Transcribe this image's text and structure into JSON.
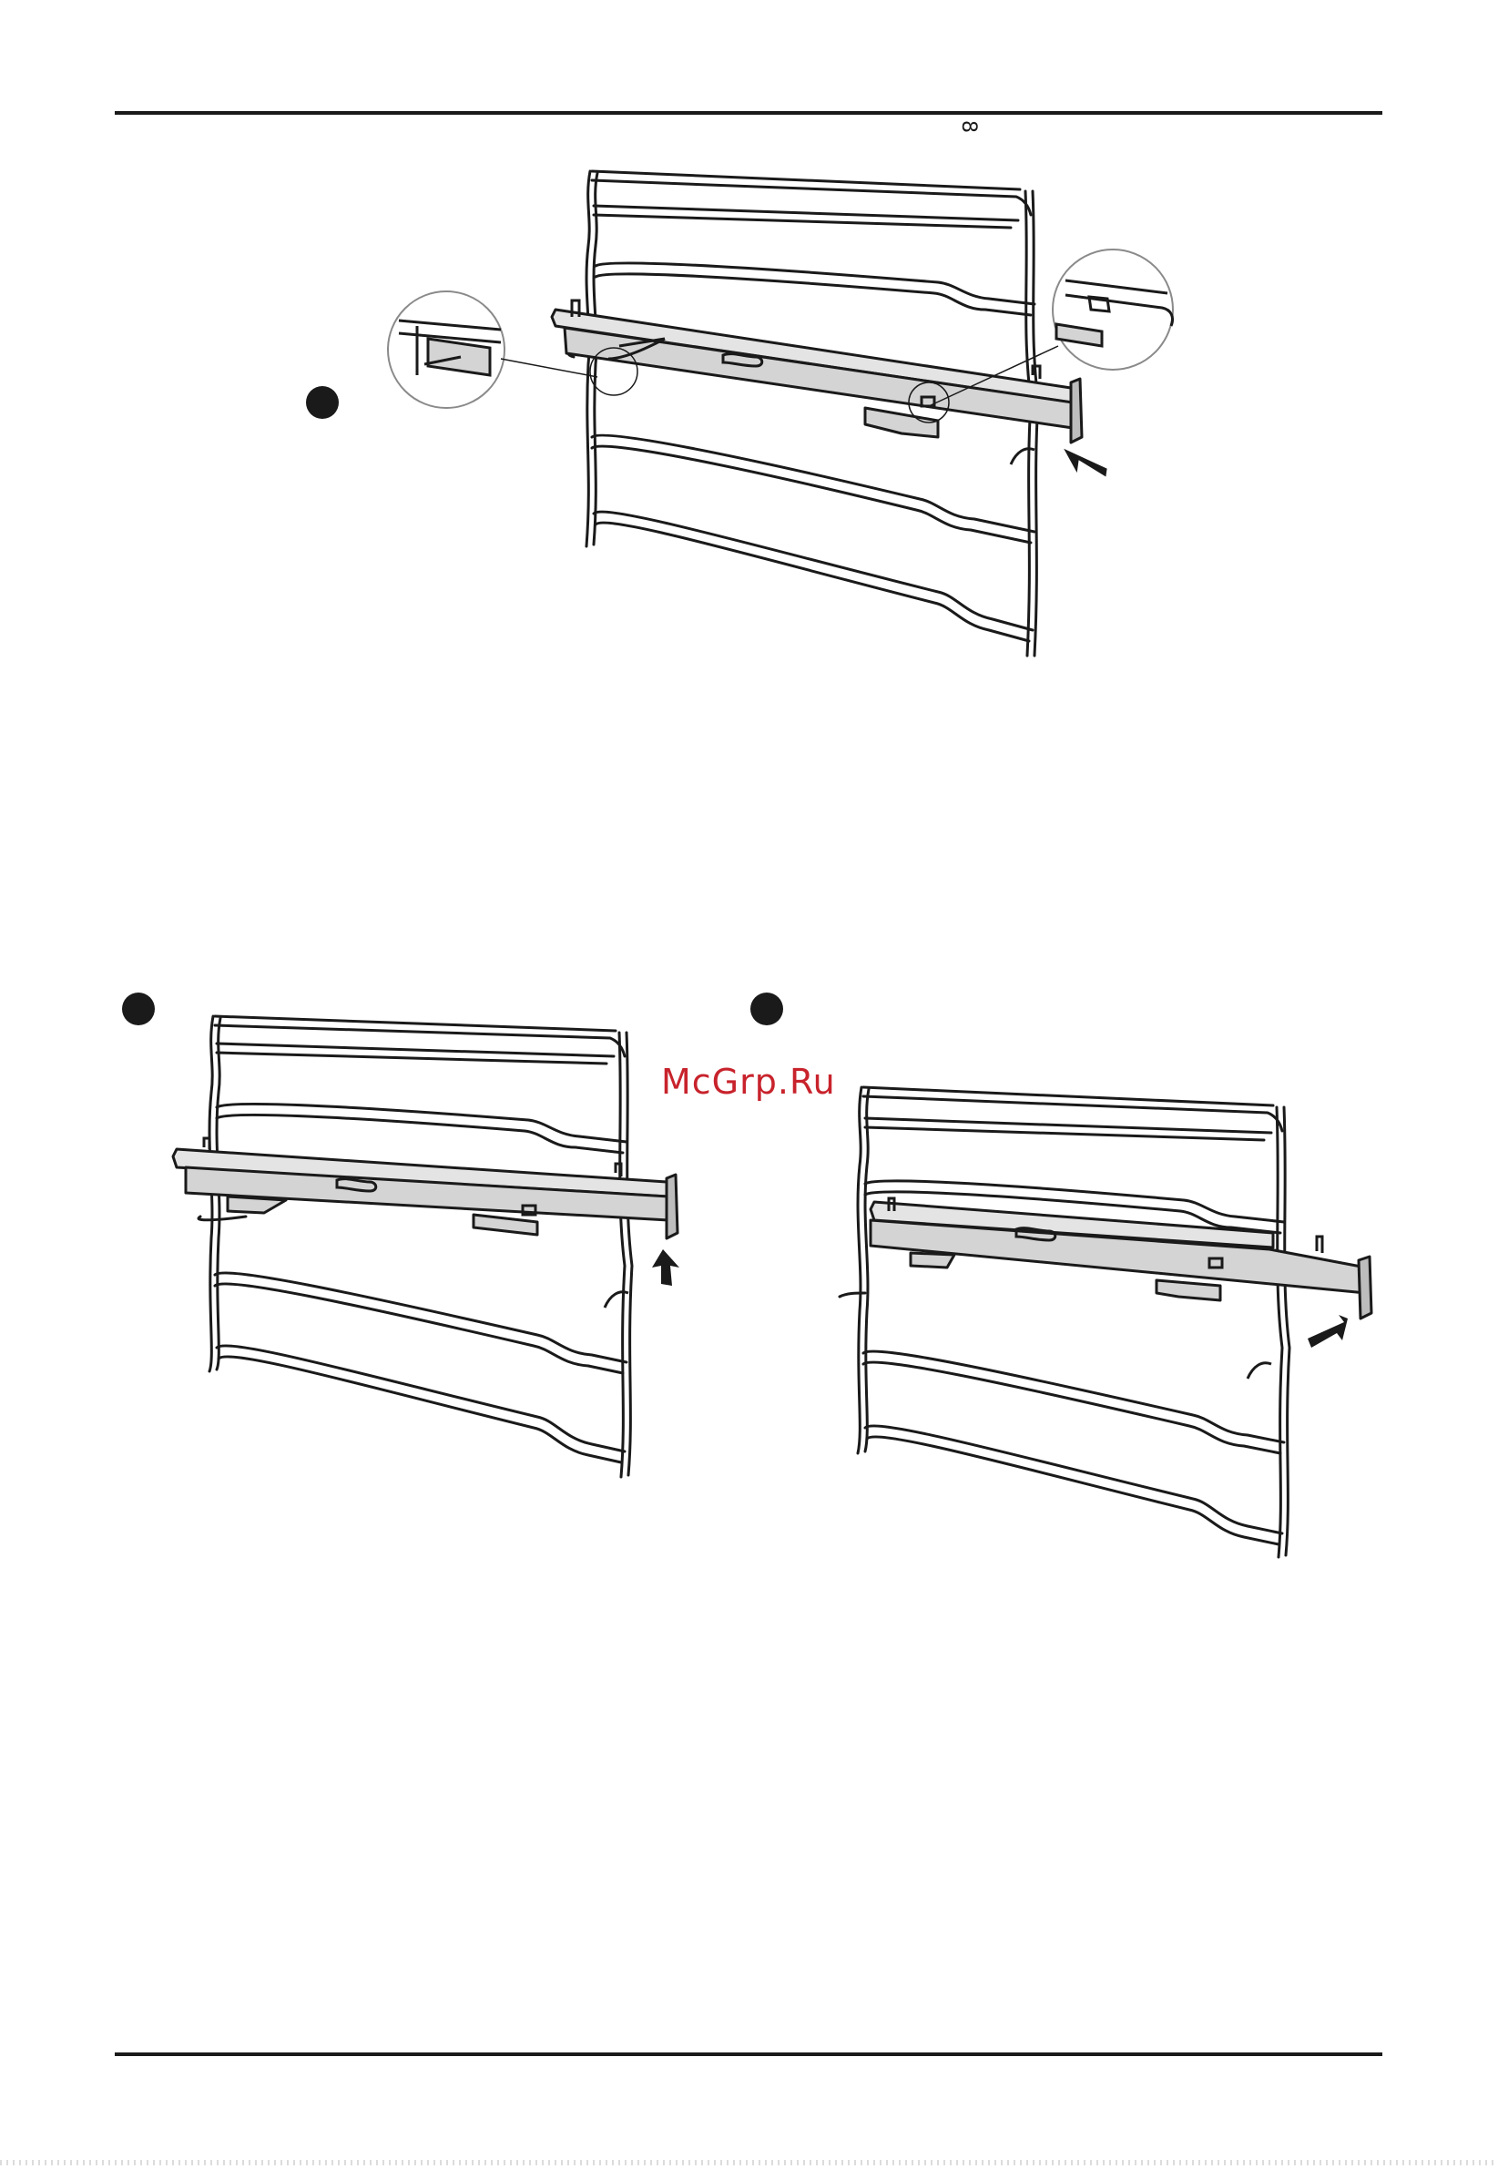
{
  "page": {
    "page_number": "8",
    "watermark": "McGrp.Ru"
  },
  "figures": [
    {
      "name": "step-1-figure",
      "step_marker": "filled-circle",
      "arrow_icon": "push-arrow-icon"
    },
    {
      "name": "step-2-figure",
      "step_marker": "filled-circle",
      "arrow_icon": "lift-arrow-icon"
    },
    {
      "name": "step-3-figure",
      "step_marker": "filled-circle",
      "arrow_icon": "push-arrow-icon"
    }
  ],
  "colors": {
    "line": "#1a1a1a",
    "rail_fill": "#d4d4d4",
    "watermark": "#c8232c"
  }
}
